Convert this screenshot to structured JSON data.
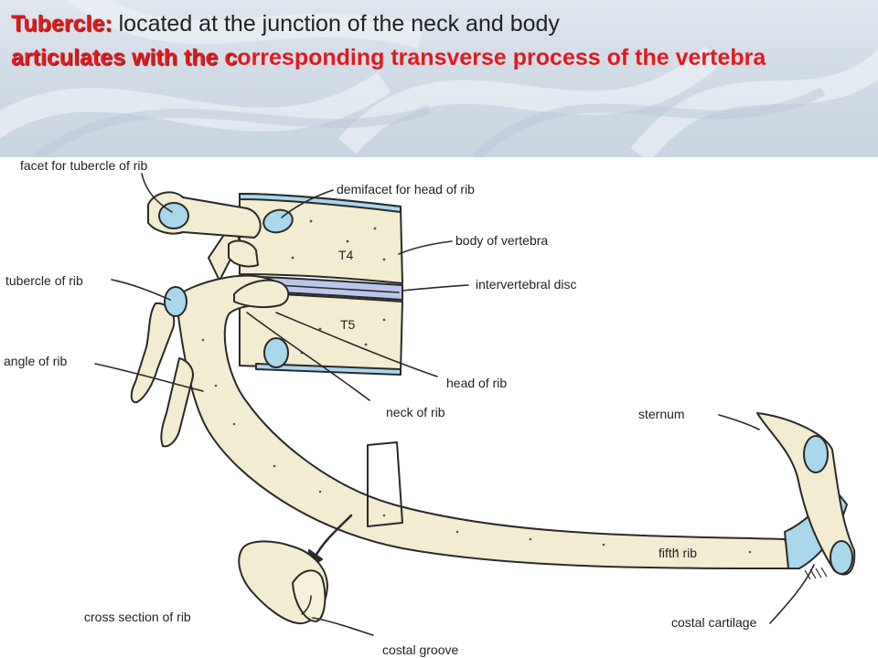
{
  "heading": {
    "term": "Tubercle:",
    "description": " located at the junction of the neck and body",
    "line2_bold": "articulates with the c",
    "line2_rest": "orresponding transverse process of the vertebra"
  },
  "labels": {
    "facet_tubercle": "facet for tubercle of rib",
    "demifacet": "demifacet for head of rib",
    "body_vertebra": "body of vertebra",
    "t4": "T4",
    "t5": "T5",
    "tubercle_rib": "tubercle of rib",
    "intervertebral_disc": "intervertebral disc",
    "angle_rib": "angle of rib",
    "head_rib": "head of rib",
    "neck_rib": "neck of rib",
    "sternum": "sternum",
    "fifth_rib": "fifth rib",
    "cross_section": "cross section of rib",
    "costal_cartilage": "costal cartilage",
    "costal_groove": "costal groove"
  },
  "colors": {
    "heading_red": "#e3191c",
    "bone": "#f2ecd0",
    "cartilage": "#a9d7ec",
    "outline": "#2a2a2a"
  }
}
